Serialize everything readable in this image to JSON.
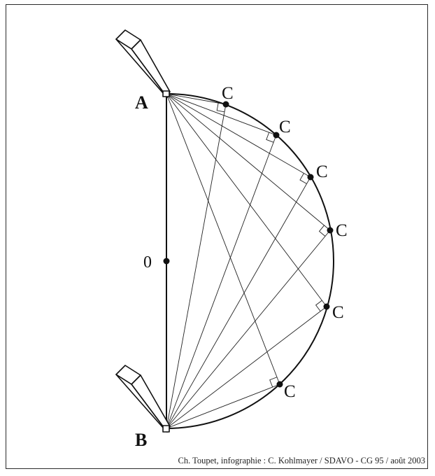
{
  "labels": {
    "point_a": "A",
    "point_b": "B",
    "center": "0",
    "point_c": "C"
  },
  "c_points_count": 6,
  "credit": "Ch. Toupet, infographie : C. Kohlmayer / SDAVO - CG 95 / août 2003",
  "colors": {
    "line": "#111111",
    "background": "#ffffff"
  }
}
